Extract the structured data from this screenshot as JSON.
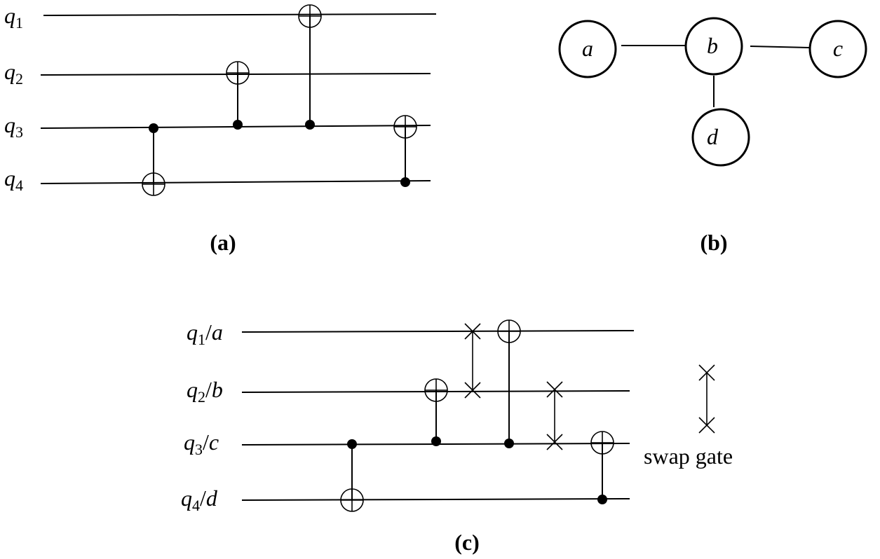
{
  "panel_a": {
    "caption": "(a)",
    "qubits": [
      {
        "base": "q",
        "sub": "1"
      },
      {
        "base": "q",
        "sub": "2"
      },
      {
        "base": "q",
        "sub": "3"
      },
      {
        "base": "q",
        "sub": "4"
      }
    ]
  },
  "panel_b": {
    "caption": "(b)",
    "nodes": [
      "a",
      "b",
      "c",
      "d"
    ]
  },
  "panel_c": {
    "caption": "(c)",
    "qubits": [
      {
        "base": "q",
        "sub": "1",
        "slash": "/",
        "phys": "a"
      },
      {
        "base": "q",
        "sub": "2",
        "slash": "/",
        "phys": "b"
      },
      {
        "base": "q",
        "sub": "3",
        "slash": "/",
        "phys": "c"
      },
      {
        "base": "q",
        "sub": "4",
        "slash": "/",
        "phys": "d"
      }
    ],
    "legend_label": "swap gate"
  }
}
